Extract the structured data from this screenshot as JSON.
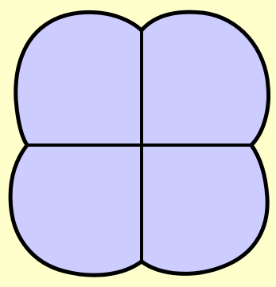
{
  "colors": {
    "background": "#ffffcc",
    "fill": "#ccccff",
    "stroke": "#000000"
  },
  "diagram": {
    "shape": "four-lobed-blob",
    "divisions": "quadrants",
    "regions": [
      {
        "name": "top-left"
      },
      {
        "name": "top-right"
      },
      {
        "name": "bottom-left"
      },
      {
        "name": "bottom-right"
      }
    ]
  }
}
